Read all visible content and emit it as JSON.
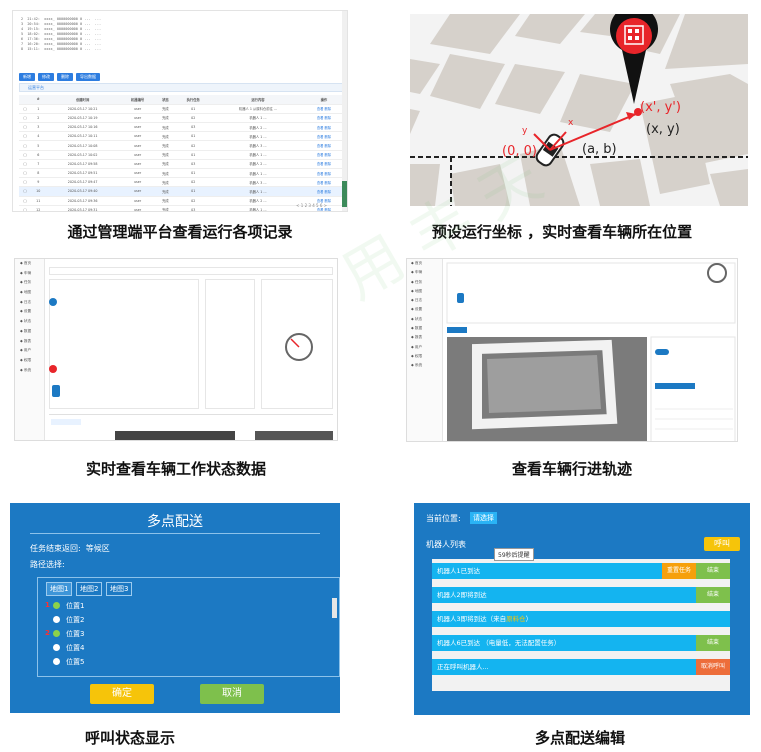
{
  "captions": {
    "admin": "通过管理端平台查看运行各项记录",
    "coords": "预设运行坐标 ，实时查看车辆所在位置",
    "status": "实时查看车辆工作状态数据",
    "track": "查看车辆行进轨迹",
    "call": "呼叫状态显示",
    "multi": "多点配送编辑"
  },
  "coords_panel": {
    "origin": "(0, 0)",
    "point_ab": "(a, b)",
    "point_xy": "(x, y)",
    "point_xy_prime": "(x', y')",
    "axis_x": "x",
    "axis_y": "y",
    "colors": {
      "red": "#e8252a",
      "dark": "#222222",
      "block": "#d7d2cc"
    }
  },
  "multi_dialog": {
    "title": "多点配送",
    "return_label": "任务结束返回:",
    "return_value": "等候区",
    "path_label": "路径选择:",
    "tabs": [
      "地图1",
      "地图2",
      "地图3"
    ],
    "positions": [
      {
        "number": "1",
        "label": "位置1",
        "selected": true
      },
      {
        "number": "",
        "label": "位置2",
        "selected": false
      },
      {
        "number": "2",
        "label": "位置3",
        "selected": true
      },
      {
        "number": "",
        "label": "位置4",
        "selected": false
      },
      {
        "number": "",
        "label": "位置5",
        "selected": false
      }
    ],
    "ok_label": "确定",
    "cancel_label": "取消"
  },
  "robot_panel": {
    "current_label": "当前位置:",
    "current_value": "请选择",
    "list_title": "机器人列表",
    "call_label": "呼叫",
    "tooltip": "59秒后提醒",
    "rows": [
      {
        "text": "机器人1已到达",
        "highlight": "",
        "buttons": [
          {
            "label": "重置任务",
            "style": "orange"
          },
          {
            "label": "结束",
            "style": "green"
          }
        ]
      },
      {
        "text": "机器人2即将到达",
        "highlight": "",
        "buttons": [
          {
            "label": "结束",
            "style": "green"
          }
        ]
      },
      {
        "text": "机器人3即将到达（来自",
        "highlight": "原料仓",
        "suffix": "）",
        "buttons": []
      },
      {
        "text": "机器人6已到达 （电量低，无法配置任务）",
        "highlight": "",
        "buttons": [
          {
            "label": "结束",
            "style": "green"
          }
        ]
      },
      {
        "text": "正在呼叫机器人...",
        "highlight": "",
        "buttons": [
          {
            "label": "取消呼叫",
            "style": "red"
          }
        ]
      }
    ]
  },
  "admin_panel": {
    "log_lines": [
      "2  21:42:  xxxx_ 0000000000 0 ...  ...",
      "3  20:54:  xxxx_ 0000000000 0 ...  ...",
      "4  19:15:  xxxx_ 0000000000 0 ...  ...",
      "5  18:02:  xxxx_ 0000000000 0 ...  ...",
      "6  17:36:  xxxx_ 0000000000 0 ...  ...",
      "7  16:20:  xxxx_ 0000000000 0 ...  ...",
      "8  15:11:  xxxx_ 0000000000 0 ...  ..."
    ],
    "buttons": [
      "新增",
      "修改",
      "删除",
      "导出数据"
    ],
    "tab": "运营平台",
    "columns": [
      "",
      "#",
      "创建时间",
      "机器编号",
      "状态",
      "执行任务",
      "运行内容",
      "操作"
    ],
    "rows": [
      [
        "",
        "1",
        "2020-03-17 10:21",
        "user",
        "完成",
        "01",
        "机器人 1 从原料仓前往 ...",
        "查看 删除"
      ],
      [
        "",
        "2",
        "2020-03-17 10:19",
        "user",
        "完成",
        "02",
        "机器人 1 ...",
        "查看 删除"
      ],
      [
        "",
        "3",
        "2020-03-17 10:16",
        "user",
        "完成",
        "03",
        "机器人 2 ...",
        "查看 删除"
      ],
      [
        "",
        "4",
        "2020-03-17 10:11",
        "user",
        "完成",
        "01",
        "机器人 1 ...",
        "查看 删除"
      ],
      [
        "",
        "5",
        "2020-03-17 10:08",
        "user",
        "完成",
        "02",
        "机器人 3 ...",
        "查看 删除"
      ],
      [
        "",
        "6",
        "2020-03-17 10:02",
        "user",
        "完成",
        "01",
        "机器人 1 ...",
        "查看 删除"
      ],
      [
        "",
        "7",
        "2020-03-17 09:58",
        "user",
        "完成",
        "03",
        "机器人 2 ...",
        "查看 删除"
      ],
      [
        "",
        "8",
        "2020-03-17 09:51",
        "user",
        "完成",
        "01",
        "机器人 1 ...",
        "查看 删除"
      ],
      [
        "",
        "9",
        "2020-03-17 09:47",
        "user",
        "完成",
        "02",
        "机器人 3 ...",
        "查看 删除"
      ],
      [
        "",
        "10",
        "2020-03-17 09:40",
        "user",
        "完成",
        "01",
        "机器人 1 ...",
        "查看 删除"
      ],
      [
        "",
        "11",
        "2020-03-17 09:36",
        "user",
        "完成",
        "02",
        "机器人 2 ...",
        "查看 删除"
      ],
      [
        "",
        "12",
        "2020-03-17 09:31",
        "user",
        "完成",
        "03",
        "机器人 1 ...",
        "查看 删除"
      ]
    ],
    "pager": "< 1 2 3 4 5 6 >"
  },
  "watermark": "用 丰 天"
}
